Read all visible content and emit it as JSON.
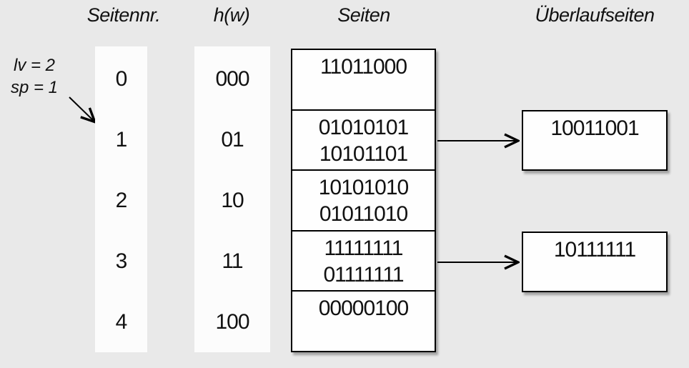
{
  "title": "Lineares Hashing Diagramm",
  "colors": {
    "background": "#e9e9e9",
    "surface": "#fcfcfc",
    "border": "#000000",
    "text": "#111111"
  },
  "headers": {
    "page_number": "Seitennr.",
    "hash": "h(w)",
    "pages": "Seiten",
    "overflow_pages": "Überlaufseiten"
  },
  "annotation": {
    "line1": "lv = 2",
    "line2": "sp = 1"
  },
  "table": {
    "rows": [
      {
        "nr": "0",
        "hw": "000",
        "values": [
          "11011000"
        ],
        "overflow": null
      },
      {
        "nr": "1",
        "hw": "01",
        "values": [
          "01010101",
          "10101101"
        ],
        "overflow": "10011001"
      },
      {
        "nr": "2",
        "hw": "10",
        "values": [
          "10101010",
          "01011010"
        ],
        "overflow": null
      },
      {
        "nr": "3",
        "hw": "11",
        "values": [
          "11111111",
          "01111111"
        ],
        "overflow": "10111111"
      },
      {
        "nr": "4",
        "hw": "100",
        "values": [
          "00000100"
        ],
        "overflow": null
      }
    ]
  },
  "overflow_boxes": [
    {
      "value": "10011001",
      "linked_row": "1"
    },
    {
      "value": "10111111",
      "linked_row": "3"
    }
  ]
}
